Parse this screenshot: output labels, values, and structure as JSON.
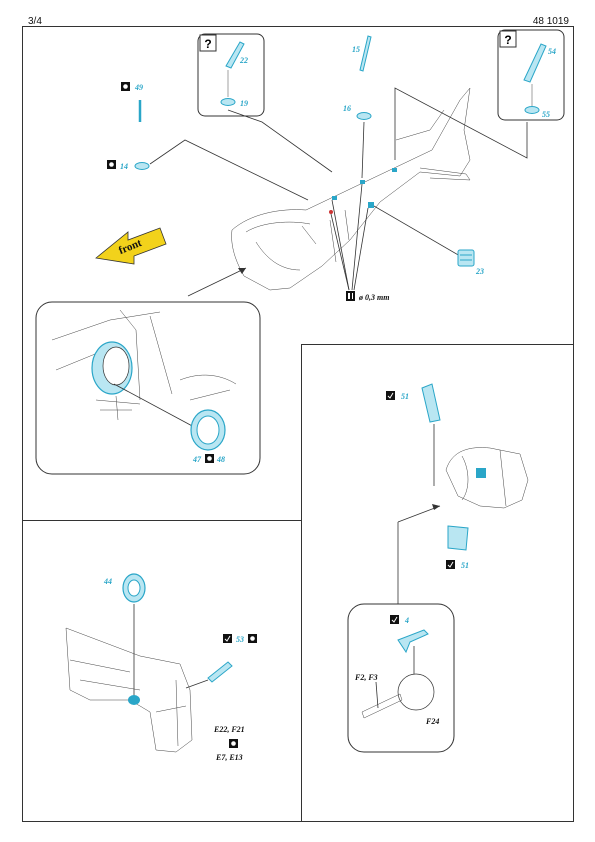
{
  "header": {
    "page": "3/4",
    "doc_number": "48 1019"
  },
  "parts": {
    "p49": "49",
    "p14": "14",
    "p22": "22",
    "p19": "19",
    "p15": "15",
    "p16": "16",
    "p54": "54",
    "p55": "55",
    "p23": "23",
    "p47": "47",
    "p48": "48",
    "p51a": "51",
    "p51b": "51",
    "p44": "44",
    "p53": "53",
    "p4": "4"
  },
  "kit_parts": {
    "e22f21": "E22, F21",
    "e7e13": "E7, E13",
    "f2f3": "F2, F3",
    "f24": "F24"
  },
  "drill": {
    "label": "ø 0,3 mm"
  },
  "front_arrow": {
    "label": "front",
    "color": "#f2d21b"
  },
  "icons": {
    "option": "?",
    "accent": "#2aa6c8"
  }
}
